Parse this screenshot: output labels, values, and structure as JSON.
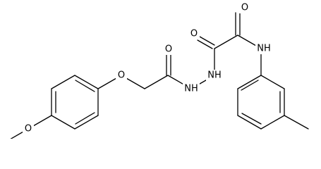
{
  "molecule": {
    "atom_labels": {
      "o_methoxy": "O",
      "o_ether": "O",
      "o_carbonyl_1": "O",
      "nh_1": "NH",
      "nh_2": "NH",
      "o_carbonyl_2": "O",
      "o_carbonyl_3": "O",
      "nh_amide": "NH"
    }
  }
}
